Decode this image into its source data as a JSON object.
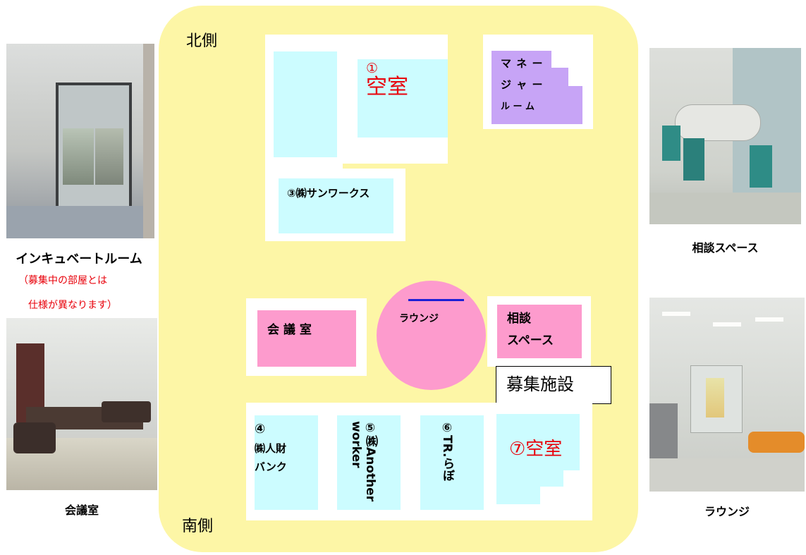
{
  "floor": {
    "north_label": "北側",
    "south_label": "南側"
  },
  "rooms": {
    "room1": {
      "num": "①",
      "name": "空室"
    },
    "manager": {
      "line1": "マ ネ ー",
      "line2": "ジ ャ ー",
      "line3": "ル ー ム"
    },
    "room3": {
      "label": "③㈱サンワークス"
    },
    "meeting": {
      "label": "会 議 室"
    },
    "lounge": {
      "label": "ラウンジ"
    },
    "consult": {
      "line1": "相談",
      "line2": "スペース"
    },
    "recruit_box": {
      "label": "募集施設"
    },
    "room4": {
      "num": "④",
      "line1": "㈱人財",
      "line2": "バンク"
    },
    "room5": {
      "label": "⑤㈱Another worker"
    },
    "room6": {
      "label": "⑥TR.らぼ"
    },
    "room7": {
      "label": "⑦空室"
    }
  },
  "photos": {
    "incubate": {
      "caption": "インキュベートルーム",
      "note1": "（募集中の部屋とは",
      "note2": "仕様が異なります）"
    },
    "meeting": {
      "caption": "会議室"
    },
    "consult": {
      "caption": "相談スペース"
    },
    "lounge": {
      "caption": "ラウンジ"
    }
  },
  "colors": {
    "floor": "#fdf6a6",
    "rented_room": "#ccfcff",
    "common_space": "#fd9bcd",
    "manager_room": "#c7a4f6",
    "vacant_text": "#e8000a",
    "lounge_bar": "#1c1fd6"
  }
}
